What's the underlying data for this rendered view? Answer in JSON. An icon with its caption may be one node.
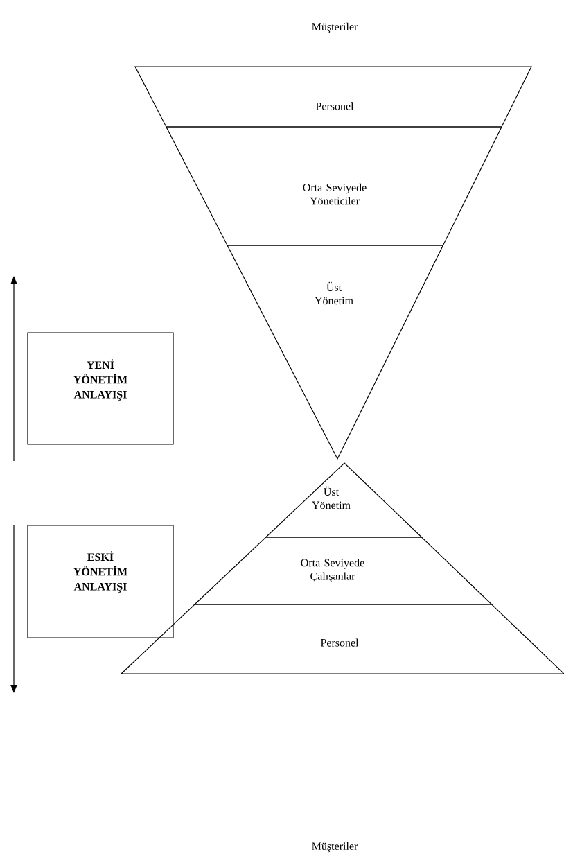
{
  "diagram": {
    "nodes": [
      {
        "text": [
          "Personel"
        ]
      },
      {
        "text": [
          "Orta Seviyede Yöneticiler"
        ]
      },
      {
        "text": [
          "Üst Yönetim"
        ]
      },
      {
        "text": [
          "YENİ YÖNETİM ANLAYIŞI"
        ]
      },
      {
        "text": [
          "ESKİ YÖNETİM ANLAYIŞI"
        ]
      },
      {
        "text": [
          "Üst Yönetim"
        ]
      },
      {
        "text": [
          "Orta Seviyede Çalışanlar"
        ]
      },
      {
        "text": [
          "Personel"
        ]
      }
    ],
    "labels": [
      "Müşteriler",
      "Müşteriler"
    ]
  }
}
